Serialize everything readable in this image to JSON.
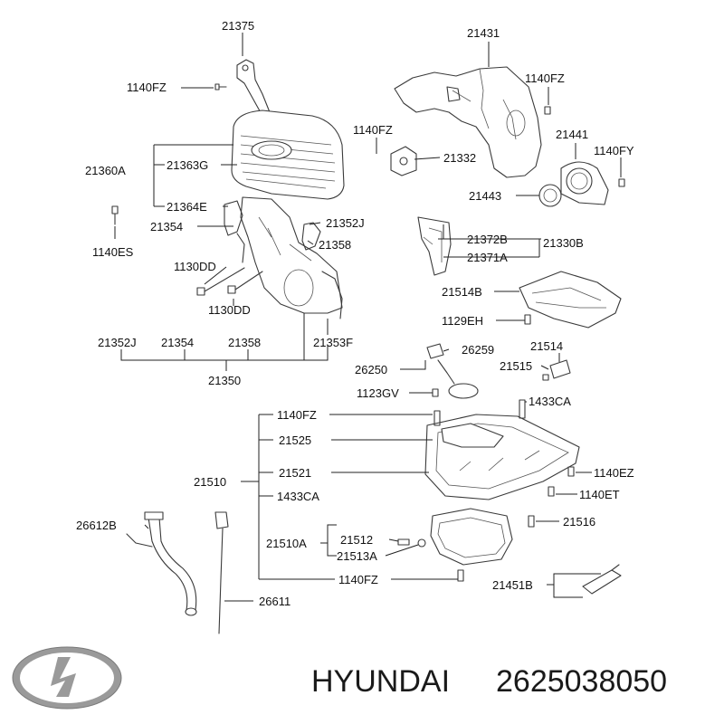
{
  "diagram": {
    "labels": {
      "l21375": "21375",
      "l1140fz_a": "1140FZ",
      "l21431": "21431",
      "l1140fz_b": "1140FZ",
      "l1140fz_c": "1140FZ",
      "l21332": "21332",
      "l21441": "21441",
      "l1140fy": "1140FY",
      "l21443": "21443",
      "l21360a": "21360A",
      "l21363g": "21363G",
      "l21364e": "21364E",
      "l1140es": "1140ES",
      "l21354_a": "21354",
      "l21352j_a": "21352J",
      "l21358_a": "21358",
      "l21372b": "21372B",
      "l21330b": "21330B",
      "l21371a": "21371A",
      "l1130dd_a": "1130DD",
      "l1130dd_b": "1130DD",
      "l21514b": "21514B",
      "l1129eh": "1129EH",
      "l21352j_b": "21352J",
      "l21354_b": "21354",
      "l21358_b": "21358",
      "l21353f": "21353F",
      "l21350": "21350",
      "l26259": "26259",
      "l21514": "21514",
      "l26250": "26250",
      "l21515": "21515",
      "l1123gv": "1123GV",
      "l1433ca_a": "1433CA",
      "l1140fz_d": "1140FZ",
      "l21525": "21525",
      "l21510": "21510",
      "l21521": "21521",
      "l1140ez": "1140EZ",
      "l1433ca_b": "1433CA",
      "l1140et": "1140ET",
      "l26612b": "26612B",
      "l21516": "21516",
      "l21510a": "21510A",
      "l21512": "21512",
      "l21513a": "21513A",
      "l1140fz_e": "1140FZ",
      "l21451b": "21451B",
      "l26611": "26611"
    }
  },
  "footer": {
    "brand": "HYUNDAI",
    "part_number": "2625038050"
  },
  "logo": {
    "name": "hyundai-logo",
    "color": "#8a8a8a"
  }
}
